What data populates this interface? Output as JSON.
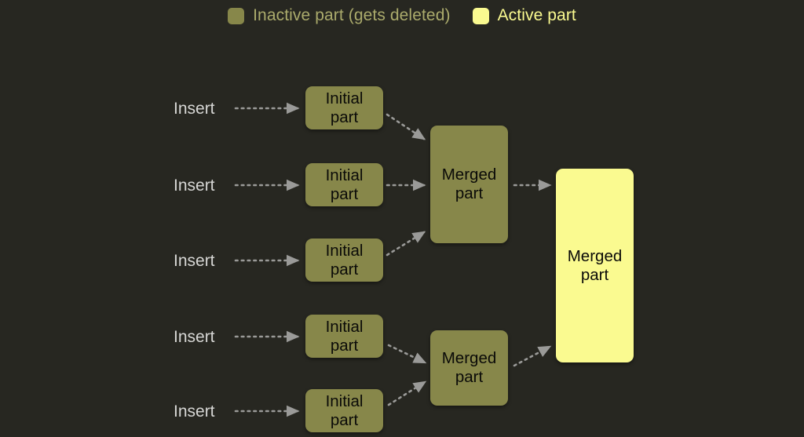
{
  "background_color": "#272721",
  "legend": {
    "entries": [
      {
        "swatch_color": "#87874a",
        "label": "Inactive part (gets deleted)",
        "text_color": "#abab6c",
        "state": "inactive"
      },
      {
        "swatch_color": "#fafa90",
        "label": "Active part",
        "text_color": "#fafa90",
        "state": "active"
      }
    ]
  },
  "diagram": {
    "type": "flow",
    "edge_style": "dotted-arrow",
    "edge_color": "#9a9a98",
    "insert_labels": [
      {
        "text": "Insert"
      },
      {
        "text": "Insert"
      },
      {
        "text": "Insert"
      },
      {
        "text": "Insert"
      },
      {
        "text": "Insert"
      }
    ],
    "initial_parts": [
      {
        "line1": "Initial",
        "line2": "part",
        "state": "inactive"
      },
      {
        "line1": "Initial",
        "line2": "part",
        "state": "inactive"
      },
      {
        "line1": "Initial",
        "line2": "part",
        "state": "inactive"
      },
      {
        "line1": "Initial",
        "line2": "part",
        "state": "inactive"
      },
      {
        "line1": "Initial",
        "line2": "part",
        "state": "inactive"
      }
    ],
    "merged_parts": [
      {
        "line1": "Merged",
        "line2": "part",
        "state": "inactive"
      },
      {
        "line1": "Merged",
        "line2": "part",
        "state": "inactive"
      }
    ],
    "final_part": {
      "line1": "Merged",
      "line2": "part",
      "state": "active"
    }
  }
}
